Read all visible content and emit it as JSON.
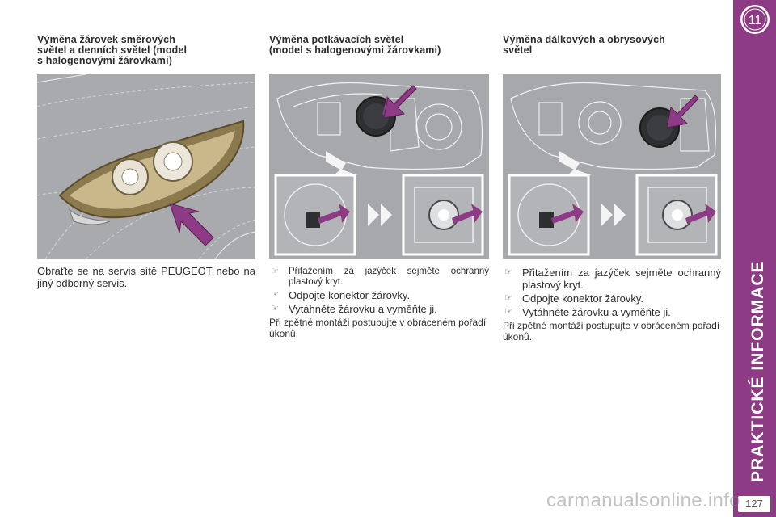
{
  "sections": [
    {
      "title": "Výměna žárovek směrových\nsvětel a denních světel (model\ns halogenovými žárovkami)",
      "body": "Obraťte se na servis sítě PEUGEOT nebo na jiný odborný servis."
    },
    {
      "title": "Výměna potkávacích světel\n(model s halogenovými žárovkami)",
      "steps": [
        "Přitažením za jazýček sejměte ochranný plastový kryt.",
        "Odpojte konektor žárovky.",
        "Vytáhněte žárovku a vyměňte ji."
      ],
      "note": "Při zpětné montáži postupujte v obráceném pořadí úkonů."
    },
    {
      "title": "Výměna dálkových a obrysových\nsvětel",
      "steps": [
        "Přitažením za jazýček sejměte ochranný plastový kryt.",
        "Odpojte konektor žárovky.",
        "Vytáhněte žárovku a vyměňte ji."
      ],
      "note": "Při zpětné montáži postupujte v obráceném pořadí úkonů."
    }
  ],
  "side_tab": {
    "chapter": "11",
    "label": "PRAKTICKÉ INFORMACE",
    "color": "#8e3b85"
  },
  "page_number": "127",
  "watermark": "carmanualsonline.info",
  "icons": {
    "bullet": "pointing-hand-icon",
    "arrow": "purple-arrow-icon"
  }
}
